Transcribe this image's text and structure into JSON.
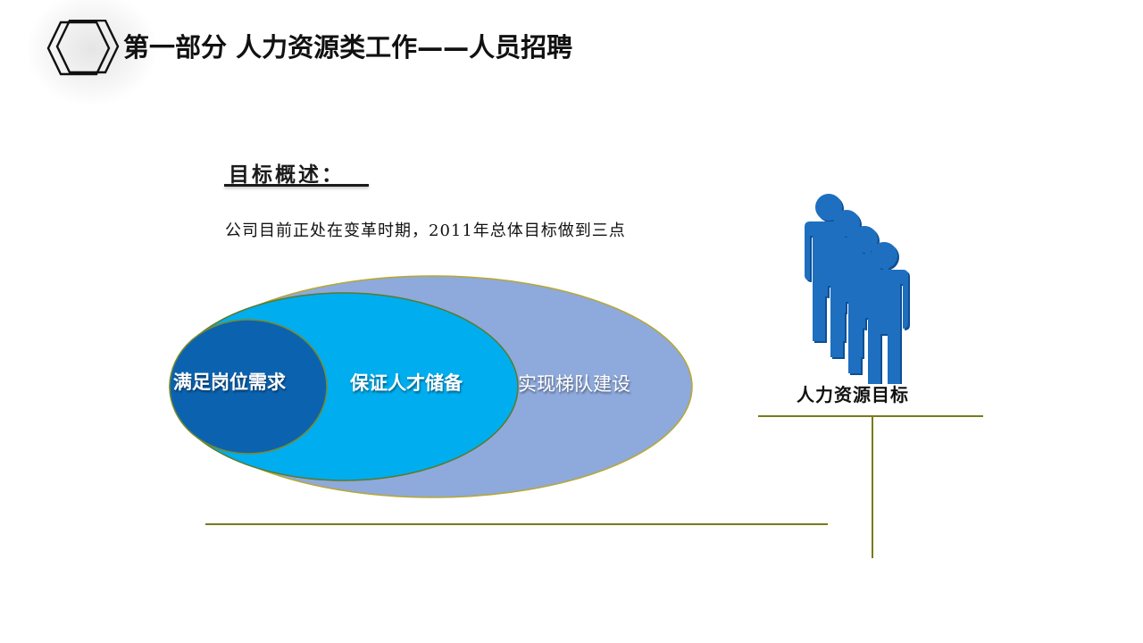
{
  "header": {
    "logo_icon": "double-hexagon-icon",
    "title": "第一部分 人力资源类工作——人员招聘"
  },
  "section": {
    "heading": "目标概述：",
    "intro": "公司目前正处在变革时期，2011年总体目标做到三点"
  },
  "diagram": {
    "type": "nested-ellipses",
    "ellipses": [
      {
        "label": "满足岗位需求",
        "color": "#0b63b0",
        "level": "inner"
      },
      {
        "label": "保证人才储备",
        "color": "#00adee",
        "level": "middle"
      },
      {
        "label": "实现梯队建设",
        "color": "#8ea9db",
        "level": "outer"
      }
    ],
    "outline_color": "#b8a830"
  },
  "side_panel": {
    "icon": "people-group-icon",
    "icon_color": "#1e6fbf",
    "caption": "人力资源目标"
  },
  "decor": {
    "line_color": "#7a7a1a"
  }
}
